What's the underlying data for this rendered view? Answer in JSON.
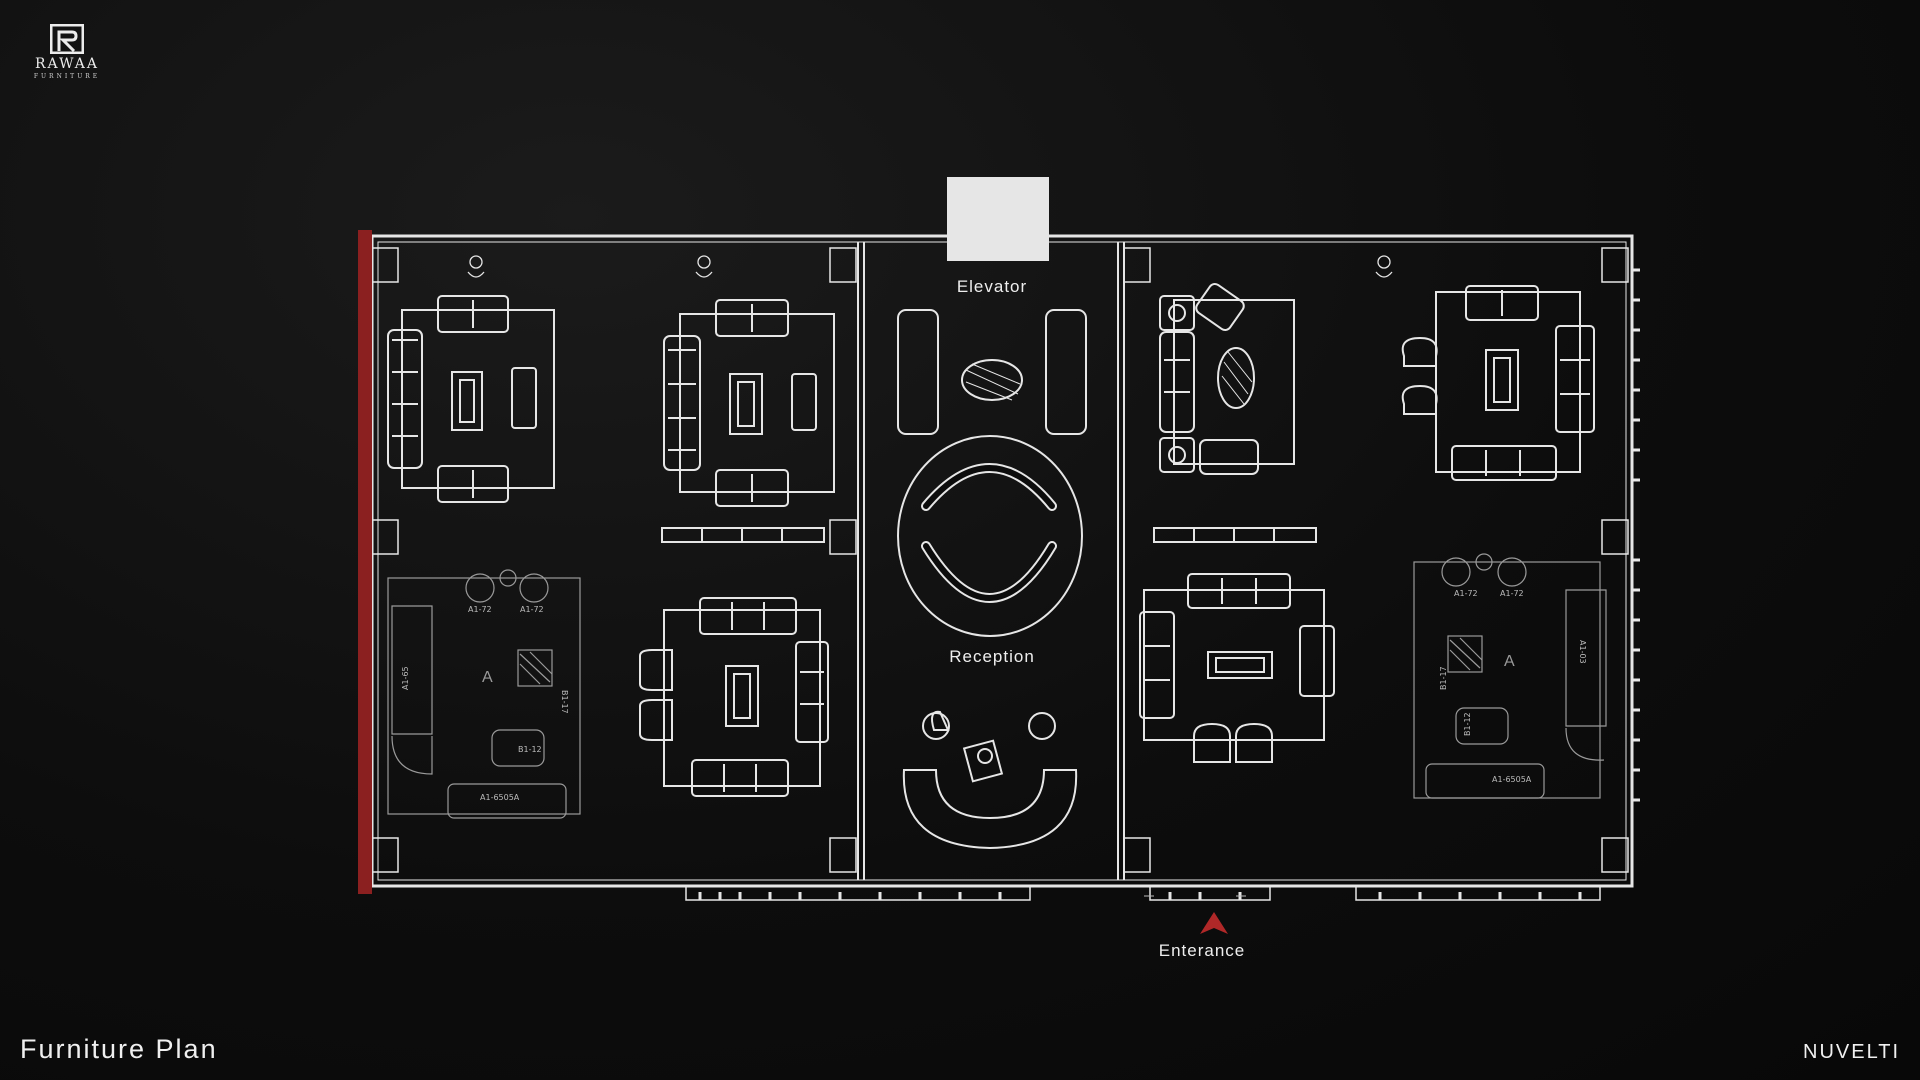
{
  "brand": {
    "name": "RAWAA",
    "tagline": "FURNITURE"
  },
  "page": {
    "title": "Furniture Plan",
    "credit": "NUVELTI"
  },
  "plan": {
    "rooms": {
      "elevator": "Elevator",
      "reception": "Reception",
      "entrance": "Enterance"
    },
    "zone_letter": "A",
    "furniture_tags": {
      "left": [
        "A1-72",
        "A1-72",
        "A1-65",
        "B1-17",
        "B1-12",
        "A1-6505A"
      ],
      "right": [
        "A1-72",
        "A1-72",
        "B1-17",
        "A1-03",
        "B1-12",
        "A1-6505A"
      ]
    }
  },
  "colors": {
    "background": "#0c0c0c",
    "linework": "#e8e8e8",
    "accent_wall": "#8b2020",
    "entrance_arrow": "#b02828"
  }
}
